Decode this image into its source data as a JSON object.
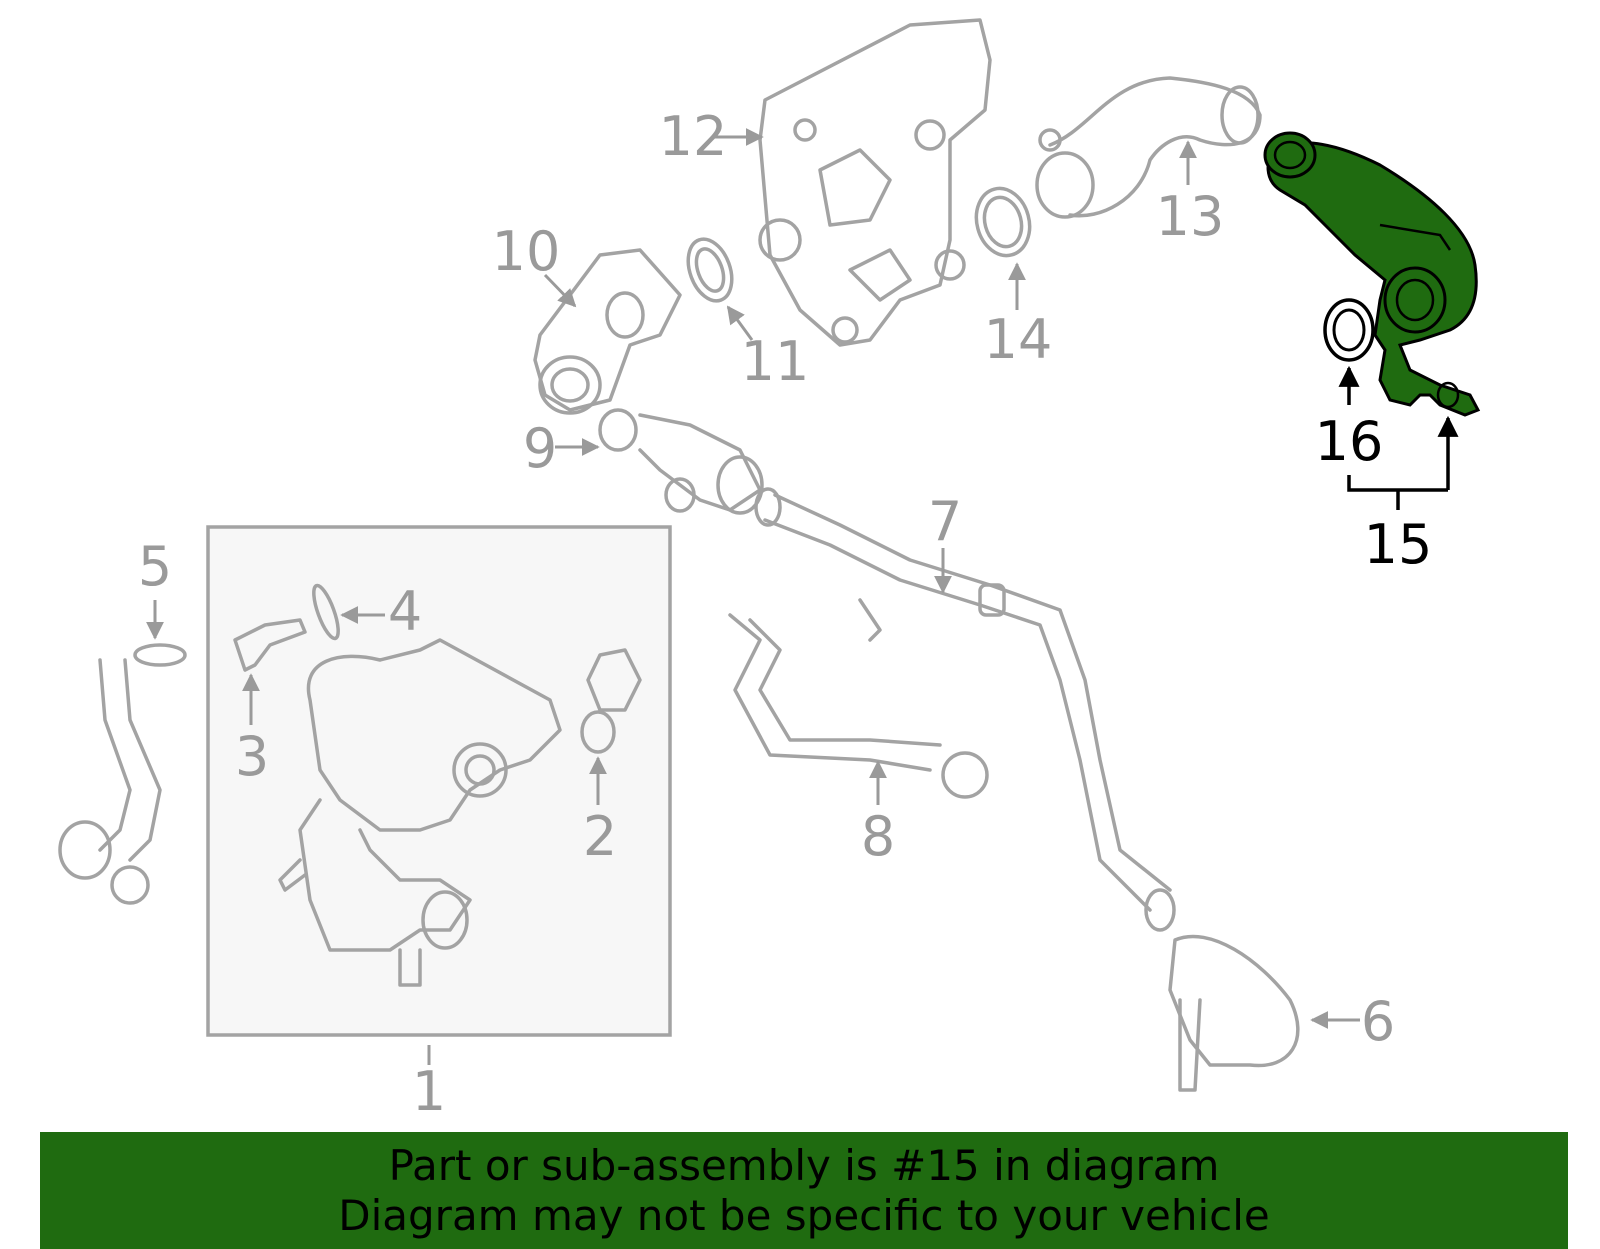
{
  "callouts": [
    {
      "number": "1"
    },
    {
      "number": "2"
    },
    {
      "number": "3"
    },
    {
      "number": "4"
    },
    {
      "number": "5"
    },
    {
      "number": "6"
    },
    {
      "number": "7"
    },
    {
      "number": "8"
    },
    {
      "number": "9"
    },
    {
      "number": "10"
    },
    {
      "number": "11"
    },
    {
      "number": "12"
    },
    {
      "number": "13"
    },
    {
      "number": "14"
    },
    {
      "number": "15"
    },
    {
      "number": "16"
    }
  ],
  "highlight": {
    "part_number": "15",
    "fill_color": "#1f6b10"
  },
  "colors": {
    "line_gray": "#a3a3a3",
    "banner_green": "#1f6b10"
  },
  "banner": {
    "line1": "Part or sub-assembly is #15 in diagram",
    "line2": "Diagram may not be specific to your vehicle"
  }
}
